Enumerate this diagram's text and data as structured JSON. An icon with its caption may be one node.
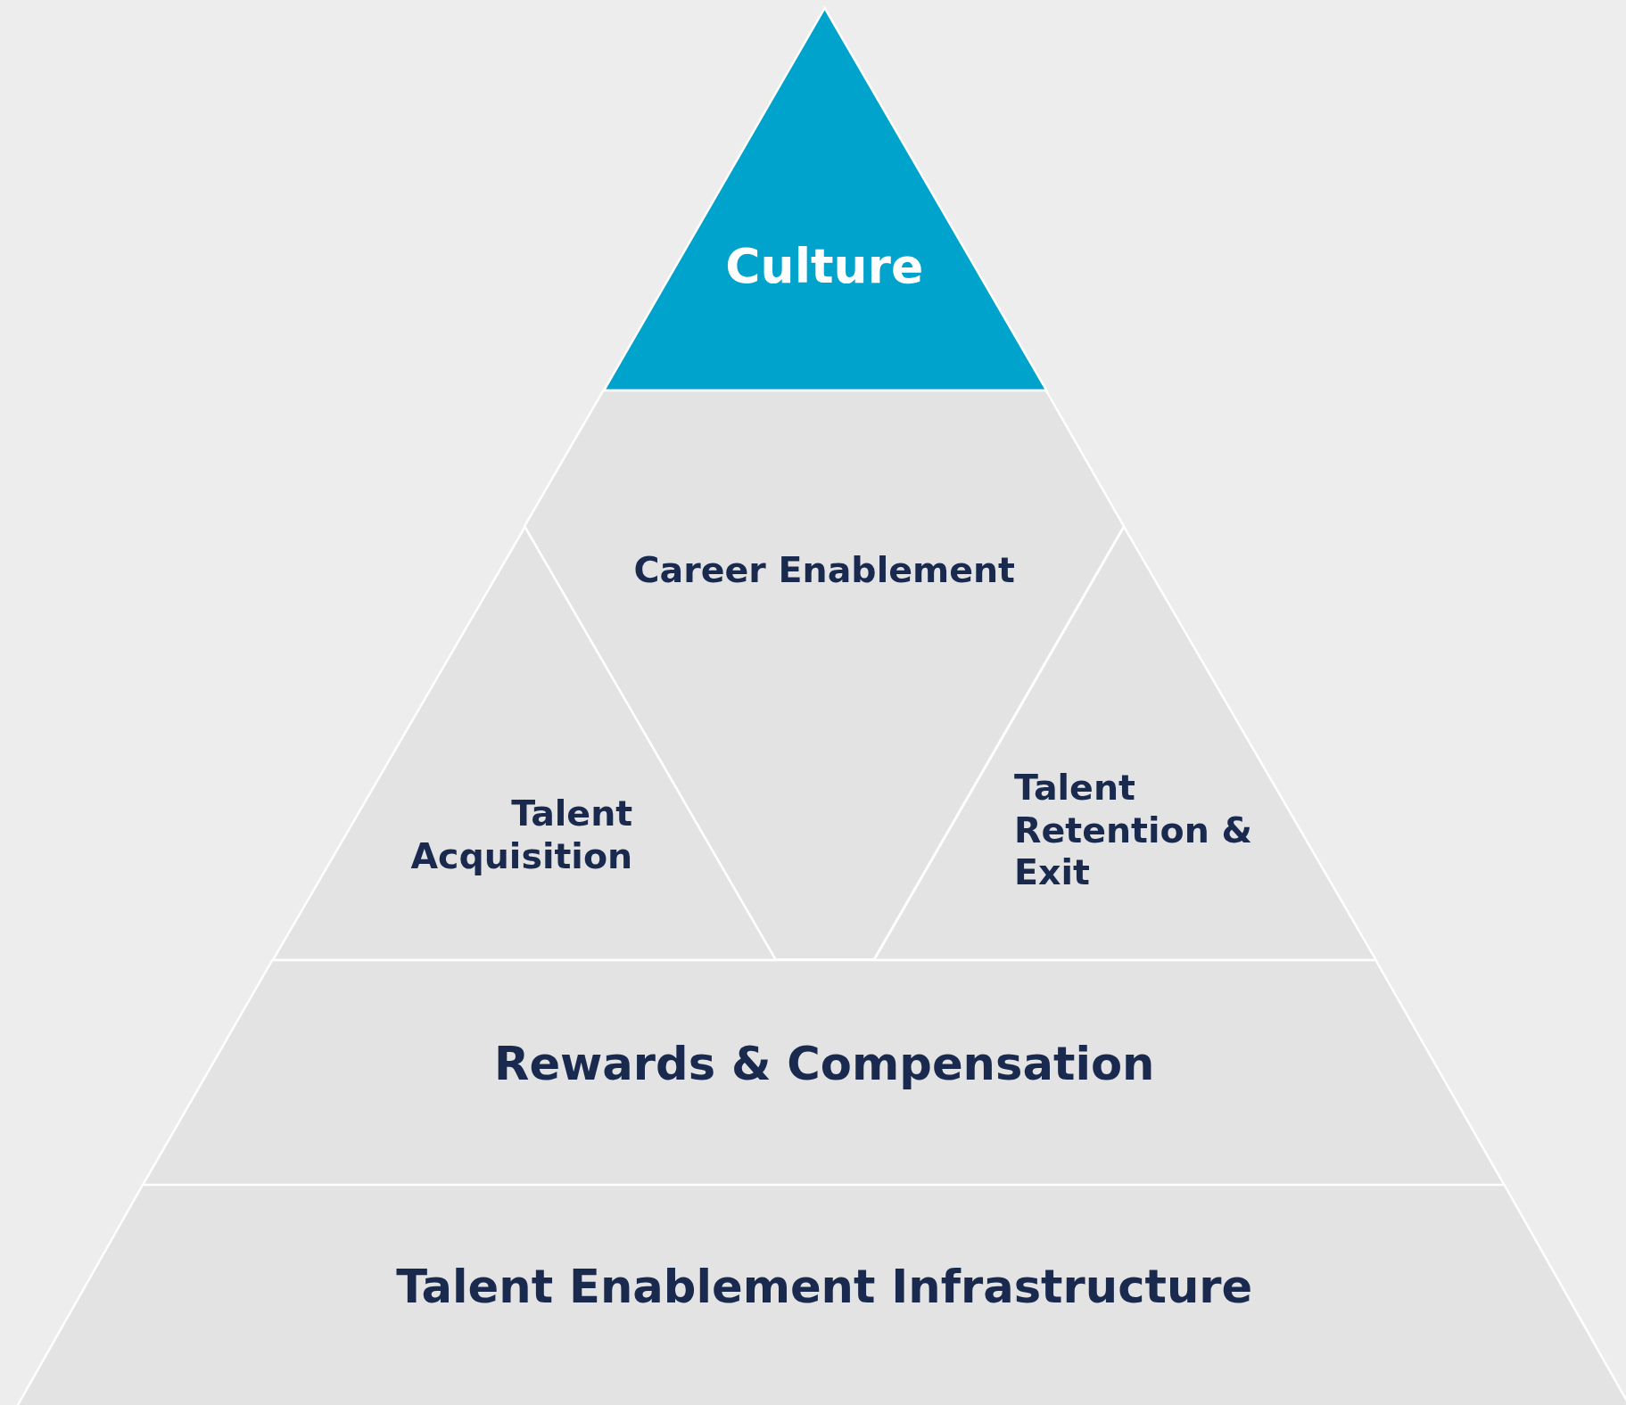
{
  "diagram": {
    "nodes": [
      {
        "text": [
          "Culture"
        ]
      },
      {
        "text": [
          "Career Enablement"
        ]
      },
      {
        "text": [
          "Talent Acquisition"
        ]
      },
      {
        "text": [
          "Talent Retention & Exit"
        ]
      },
      {
        "text": [
          "Rewards & Compensation"
        ]
      },
      {
        "text": [
          "Talent Enablement Infrastructure"
        ]
      }
    ]
  }
}
